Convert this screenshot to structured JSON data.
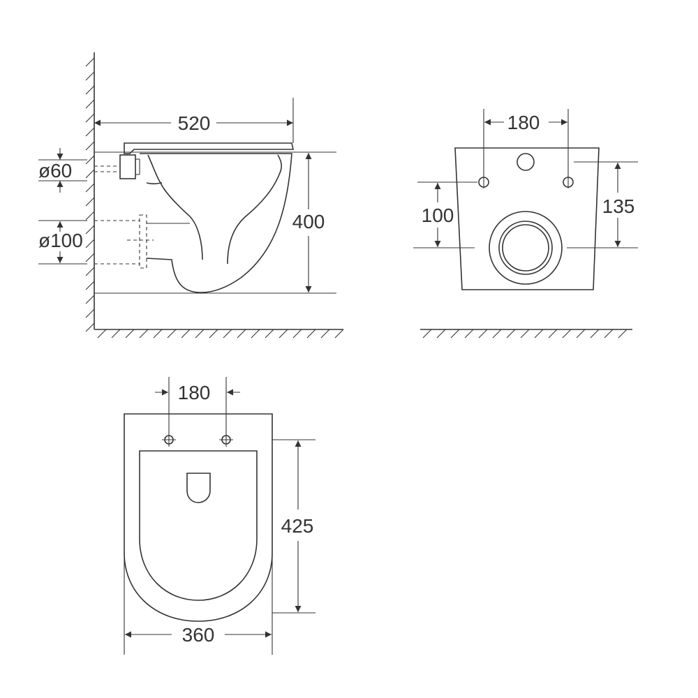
{
  "side_view": {
    "width": "520",
    "height": "400",
    "inlet_diameter": "ø60",
    "outlet_diameter": "ø100"
  },
  "rear_view": {
    "bolt_spacing": "180",
    "outlet_height": "100",
    "bolt_height": "135"
  },
  "top_view": {
    "bolt_spacing": "180",
    "length": "425",
    "width": "360"
  },
  "colors": {
    "line": "#333333",
    "background": "#ffffff"
  }
}
